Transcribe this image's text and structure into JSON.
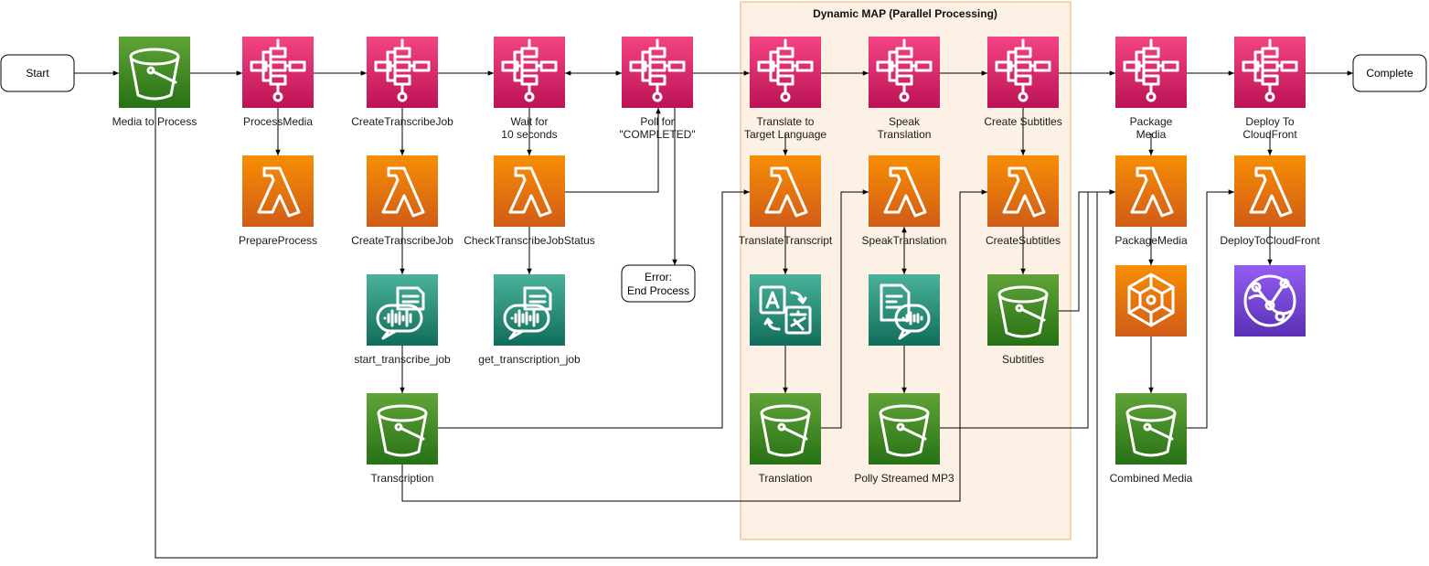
{
  "diagram": {
    "parallel_group": {
      "title": "Dynamic MAP (Parallel Processing)"
    },
    "terminals": {
      "start": {
        "label": "Start"
      },
      "complete": {
        "label": "Complete"
      },
      "error": {
        "label": [
          "Error:",
          "End Process"
        ]
      }
    },
    "nodes": [
      {
        "id": "media",
        "kind": "s3",
        "label": [
          "Media to Process"
        ]
      },
      {
        "id": "process_media",
        "kind": "stepfn",
        "label": [
          "ProcessMedia"
        ]
      },
      {
        "id": "create_job",
        "kind": "stepfn",
        "label": [
          "CreateTranscribeJob"
        ]
      },
      {
        "id": "wait",
        "kind": "stepfn",
        "label": [
          "Wait for",
          "10 seconds"
        ]
      },
      {
        "id": "poll",
        "kind": "stepfn",
        "label": [
          "Poll for",
          "\"COMPLETED\""
        ]
      },
      {
        "id": "translate",
        "kind": "stepfn",
        "label": [
          "Translate to",
          "Target Language"
        ]
      },
      {
        "id": "speak",
        "kind": "stepfn",
        "label": [
          "Speak",
          "Translation"
        ]
      },
      {
        "id": "subtitles_step",
        "kind": "stepfn",
        "label": [
          "Create Subtitles"
        ]
      },
      {
        "id": "package",
        "kind": "stepfn",
        "label": [
          "Package",
          "Media"
        ]
      },
      {
        "id": "deploy",
        "kind": "stepfn",
        "label": [
          "Deploy To",
          "CloudFront"
        ]
      },
      {
        "id": "prepare_fn",
        "kind": "lambda",
        "label": [
          "PrepareProcess"
        ]
      },
      {
        "id": "create_fn",
        "kind": "lambda",
        "label": [
          "CreateTranscribeJob"
        ]
      },
      {
        "id": "check_fn",
        "kind": "lambda",
        "label": [
          "CheckTranscribeJobStatus"
        ]
      },
      {
        "id": "translate_fn",
        "kind": "lambda",
        "label": [
          "TranslateTranscript"
        ]
      },
      {
        "id": "speak_fn",
        "kind": "lambda",
        "label": [
          "SpeakTranslation"
        ]
      },
      {
        "id": "subtitles_fn",
        "kind": "lambda",
        "label": [
          "CreateSubtitles"
        ]
      },
      {
        "id": "package_fn",
        "kind": "lambda",
        "label": [
          "PackageMedia"
        ]
      },
      {
        "id": "deploy_fn",
        "kind": "lambda",
        "label": [
          "DeployToCloudFront"
        ]
      },
      {
        "id": "start_transcribe",
        "kind": "transcribe",
        "label": [
          "start_transcribe_job"
        ]
      },
      {
        "id": "get_transcription",
        "kind": "transcribe",
        "label": [
          "get_transcription_job"
        ]
      },
      {
        "id": "translate_svc",
        "kind": "translate",
        "label": []
      },
      {
        "id": "polly",
        "kind": "polly",
        "label": []
      },
      {
        "id": "subtitles_s3",
        "kind": "s3",
        "label": [
          "Subtitles"
        ]
      },
      {
        "id": "mediaconvert",
        "kind": "mediaconvert",
        "label": []
      },
      {
        "id": "cloudfront",
        "kind": "cloudfront",
        "label": []
      },
      {
        "id": "transcription_s3",
        "kind": "s3",
        "label": [
          "Transcription"
        ]
      },
      {
        "id": "translation_s3",
        "kind": "s3",
        "label": [
          "Translation"
        ]
      },
      {
        "id": "polly_s3",
        "kind": "s3",
        "label": [
          "Polly Streamed MP3"
        ]
      },
      {
        "id": "combined_s3",
        "kind": "s3",
        "label": [
          "Combined Media"
        ]
      }
    ],
    "colors": {
      "stepfn_top": "#f34482",
      "stepfn_bottom": "#bc1356",
      "lambda_top": "#f78e04",
      "lambda_bottom": "#d05c17",
      "s3_top": "#60a337",
      "s3_bottom": "#277116",
      "ml_top": "#4ab29a",
      "ml_bottom": "#116d5b",
      "cf_top": "#945df2",
      "cf_bottom": "#5a30b5",
      "group_fill": "#fdf0e4",
      "group_stroke": "#e8b27a"
    }
  }
}
